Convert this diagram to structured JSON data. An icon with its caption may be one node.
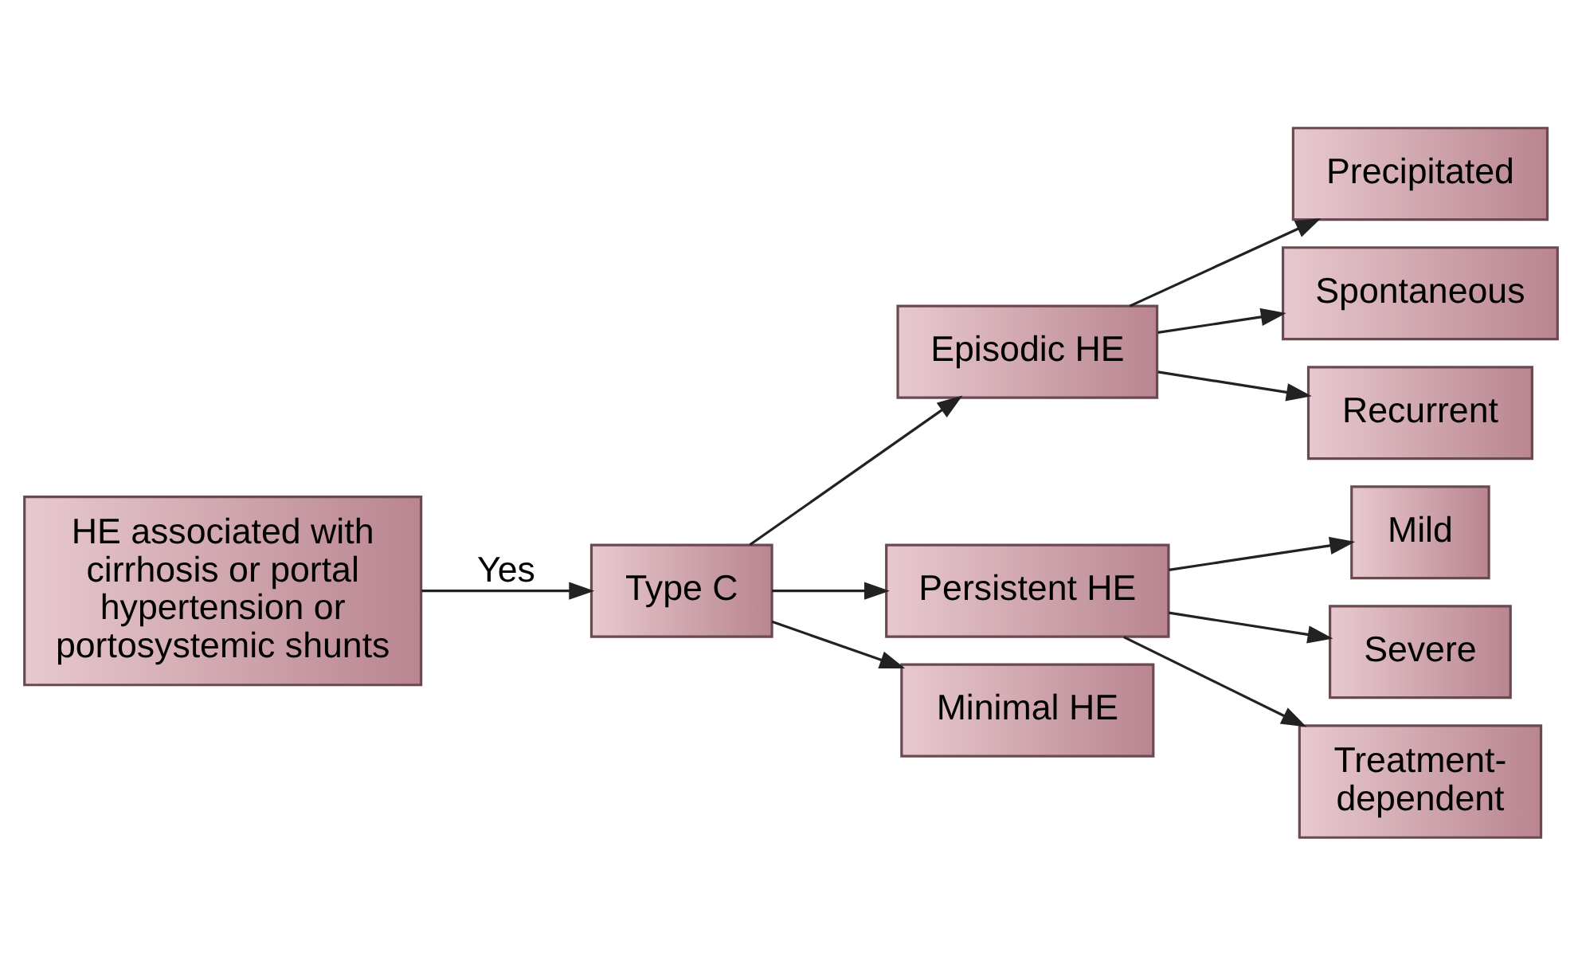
{
  "diagram": {
    "nodes": [
      {
        "text": [
          "HE associated with cirrhosis or portal hypertension or portosystemic shunts"
        ]
      },
      {
        "text": [
          "Type C"
        ]
      },
      {
        "text": [
          "Episodic HE"
        ]
      },
      {
        "text": [
          "Persistent HE"
        ]
      },
      {
        "text": [
          "Minimal HE"
        ]
      },
      {
        "text": [
          "Precipitated"
        ]
      },
      {
        "text": [
          "Spontaneous"
        ]
      },
      {
        "text": [
          "Recurrent"
        ]
      },
      {
        "text": [
          "Mild"
        ]
      },
      {
        "text": [
          "Severe"
        ]
      },
      {
        "text": [
          "Treatment- dependent"
        ]
      }
    ],
    "edges": [
      {
        "from": 0,
        "to": 1,
        "arrow": "to",
        "label": "Yes"
      },
      {
        "from": 1,
        "to": 2,
        "arrow": "to"
      },
      {
        "from": 1,
        "to": 3,
        "arrow": "to"
      },
      {
        "from": 1,
        "to": 4,
        "arrow": "to"
      },
      {
        "from": 2,
        "to": 5,
        "arrow": "to"
      },
      {
        "from": 2,
        "to": 6,
        "arrow": "to"
      },
      {
        "from": 2,
        "to": 7,
        "arrow": "to"
      },
      {
        "from": 3,
        "to": 8,
        "arrow": "to"
      },
      {
        "from": 3,
        "to": 9,
        "arrow": "to"
      },
      {
        "from": 3,
        "to": 10,
        "arrow": "to"
      }
    ]
  }
}
